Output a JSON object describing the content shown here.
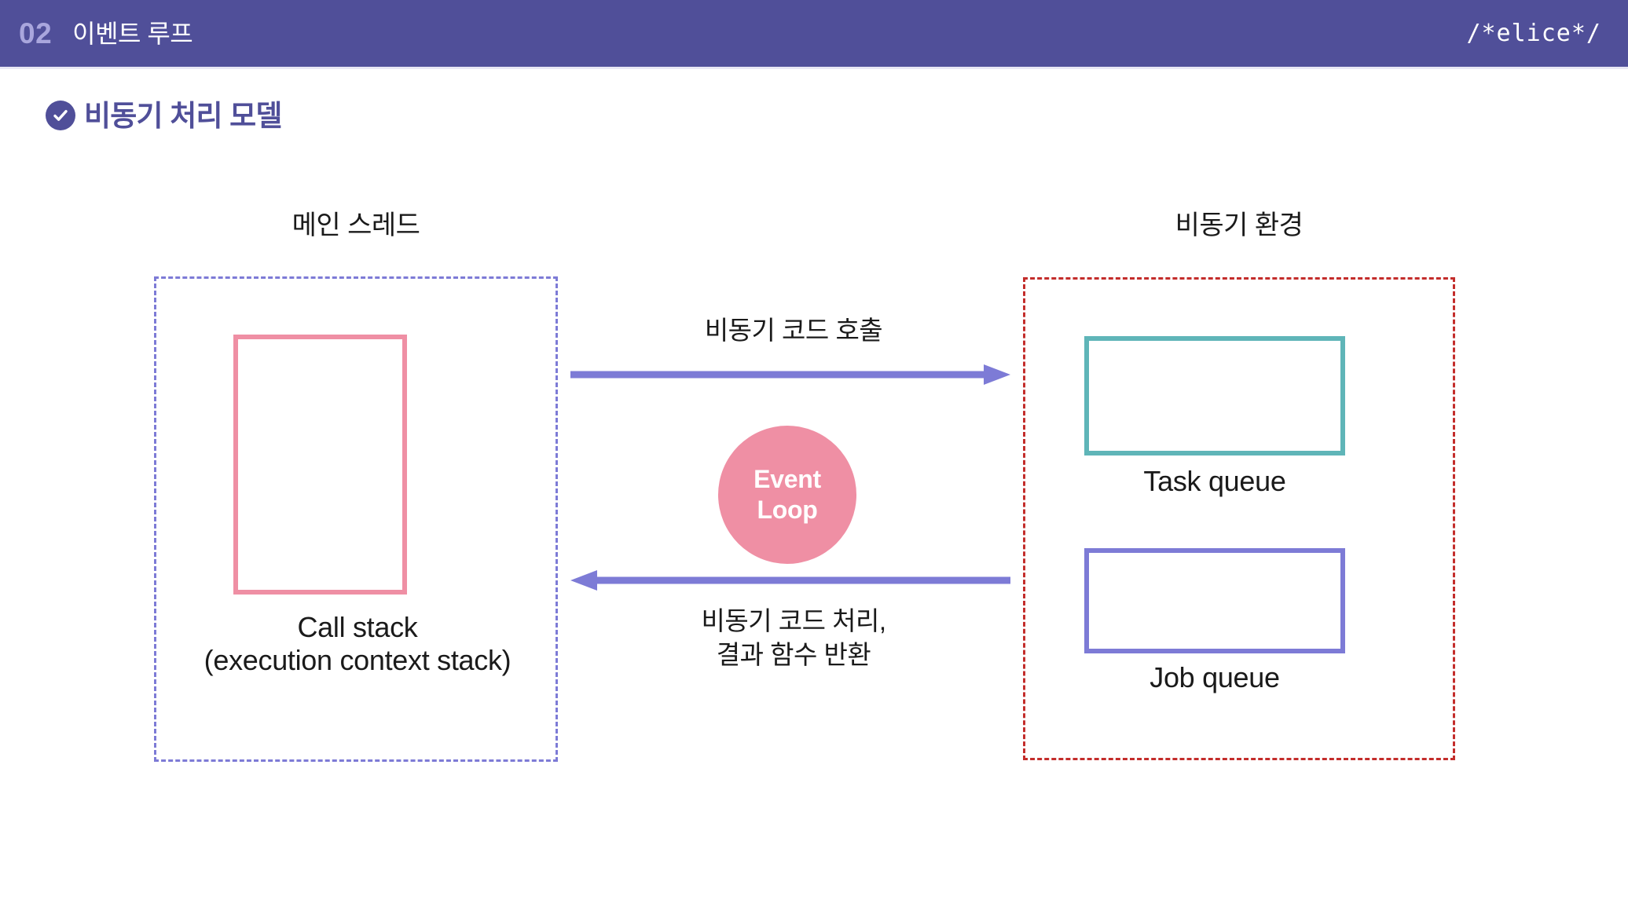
{
  "header": {
    "number": "02",
    "title": "이벤트 루프",
    "logo": "/*elice*/",
    "bg_color": "#504f99",
    "number_color": "#a9a6dd"
  },
  "section": {
    "icon": "check-circle-icon",
    "title": "비동기 처리 모델",
    "accent_color": "#504f99"
  },
  "diagram": {
    "left_zone": {
      "label": "메인 스레드",
      "border_color": "#7d7bd6",
      "border_style": "dashed",
      "box": {
        "caption_line1": "Call stack",
        "caption_line2": "(execution context stack)",
        "border_color": "#ef8fa4"
      }
    },
    "right_zone": {
      "label": "비동기 환경",
      "border_color": "#c32d2b",
      "border_style": "dashed",
      "boxes": [
        {
          "caption": "Task queue",
          "border_color": "#5fb5b8"
        },
        {
          "caption": "Job queue",
          "border_color": "#7d7bd6"
        }
      ]
    },
    "arrows": [
      {
        "direction": "right",
        "label": "비동기 코드 호출",
        "color": "#7d7bd6"
      },
      {
        "direction": "left",
        "label_line1": "비동기 코드 처리,",
        "label_line2": "결과 함수 반환",
        "color": "#7d7bd6"
      }
    ],
    "event_loop": {
      "line1": "Event",
      "line2": "Loop",
      "fill_color": "#ef8fa4",
      "text_color": "#ffffff"
    }
  }
}
